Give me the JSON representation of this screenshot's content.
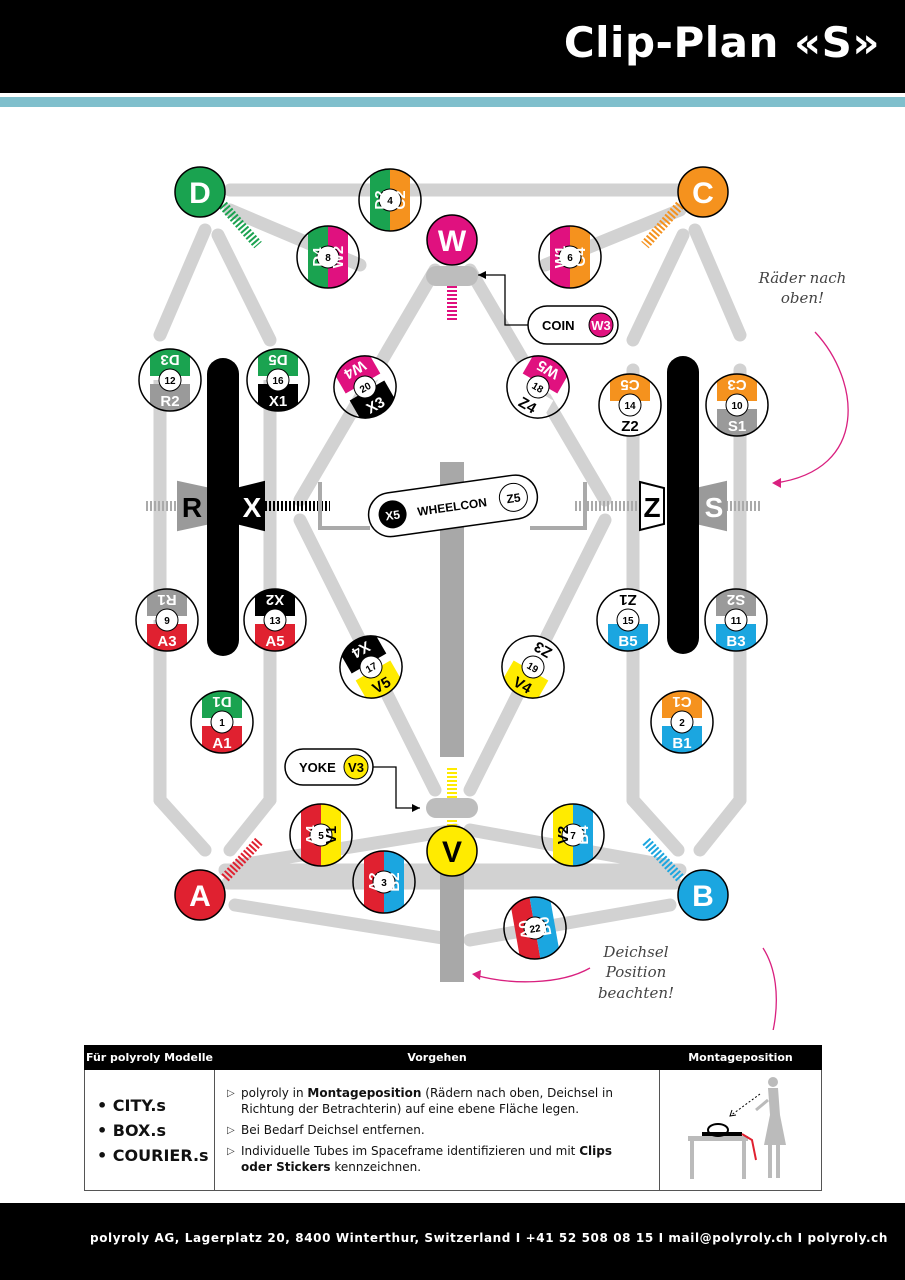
{
  "title": "Clip-Plan «S»",
  "corners": [
    {
      "label": "D",
      "color": "#1aa350"
    },
    {
      "label": "C",
      "color": "#f5921e"
    },
    {
      "label": "A",
      "color": "#e02130"
    },
    {
      "label": "B",
      "color": "#1ba6e0"
    },
    {
      "label": "W",
      "color": "#e0117f"
    },
    {
      "label": "V",
      "color": "#ffeb00"
    }
  ],
  "sides": {
    "left_outer": "R",
    "left_inner": "X",
    "right_inner": "Z",
    "right_outer": "S"
  },
  "clips": [
    {
      "num": "4",
      "top": "D2",
      "bottom": "C2"
    },
    {
      "num": "8",
      "top": "D4",
      "bottom": "W2"
    },
    {
      "num": "6",
      "top": "W1",
      "bottom": "C4"
    },
    {
      "num": "12",
      "top": "D3",
      "bottom": "R2"
    },
    {
      "num": "16",
      "top": "D5",
      "bottom": "X1"
    },
    {
      "num": "20",
      "top": "W4",
      "bottom": "X3"
    },
    {
      "num": "18",
      "top": "W5",
      "bottom": "Z4"
    },
    {
      "num": "14",
      "top": "C5",
      "bottom": "Z2"
    },
    {
      "num": "10",
      "top": "C3",
      "bottom": "S1"
    },
    {
      "num": "9",
      "top": "R1",
      "bottom": "A3"
    },
    {
      "num": "13",
      "top": "X2",
      "bottom": "A5"
    },
    {
      "num": "17",
      "top": "X4",
      "bottom": "V5"
    },
    {
      "num": "19",
      "top": "Z3",
      "bottom": "V4"
    },
    {
      "num": "15",
      "top": "Z1",
      "bottom": "B5"
    },
    {
      "num": "11",
      "top": "S2",
      "bottom": "B3"
    },
    {
      "num": "1",
      "top": "D1",
      "bottom": "A1"
    },
    {
      "num": "2",
      "top": "C1",
      "bottom": "B1"
    },
    {
      "num": "5",
      "top": "A4",
      "bottom": "V1"
    },
    {
      "num": "7",
      "top": "V2",
      "bottom": "B4"
    },
    {
      "num": "3",
      "top": "A2",
      "bottom": "B2"
    },
    {
      "num": "22",
      "top": "A0",
      "bottom": "B0"
    }
  ],
  "labels": {
    "coin": "COIN",
    "coin_code": "W3",
    "wheelcon": "WHEELCON",
    "wheelcon_left": "X5",
    "wheelcon_right": "Z5",
    "yoke": "YOKE",
    "yoke_code": "V3"
  },
  "notes": {
    "wheels": "Räder nach oben!",
    "drawbar": "Deichsel Position beachten!"
  },
  "table": {
    "col1": "Für polyroly Modelle",
    "col2": "Vorgehen",
    "col3": "Montageposition",
    "models": [
      "• CITY.s",
      "• BOX.s",
      "• COURIER.s"
    ],
    "step1_a": "polyroly in ",
    "step1_b": "Montageposition",
    "step1_c": " (Rädern nach oben, Deichsel in Richtung der Betrachterin) auf eine ebene Fläche legen.",
    "step2": "Bei Bedarf Deichsel entfernen.",
    "step3_a": "Individuelle Tubes im Spaceframe identifizieren und mit ",
    "step3_b": "Clips oder Stickers",
    "step3_c": " kennzeichnen."
  },
  "footer": "polyroly AG, Lagerplatz 20, 8400 Winterthur, Switzerland   I   +41 52 508 08 15   I   mail@polyroly.ch   I   polyroly.ch",
  "palette": {
    "D": "#1aa350",
    "C": "#f5921e",
    "A": "#e02130",
    "B": "#1ba6e0",
    "W": "#e0117f",
    "V": "#ffeb00",
    "R": "#9a9a9a",
    "X": "#000000",
    "Z": "#ffffff",
    "S": "#9a9a9a"
  }
}
